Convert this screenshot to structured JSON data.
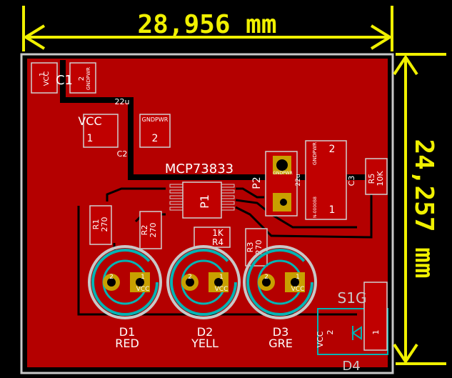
{
  "dimensions": {
    "width_label": "28,956 mm",
    "height_label": "24,257 mm"
  },
  "colors": {
    "background": "#000000",
    "board_copper": "#b40000",
    "dimension": "#f0f000",
    "outline": "#c8c8c8",
    "pad": "#c8a000",
    "silk": "#ffffff",
    "led_ring": "#00b4b4"
  },
  "components": {
    "c1": {
      "ref": "C1",
      "pin1": "1",
      "pin2": "2",
      "net1": "VCC",
      "net2": "GNDPWR"
    },
    "c2": {
      "ref": "C2",
      "value": "22u",
      "pin1": "1",
      "pin2": "2",
      "net1": "VCC",
      "net2": "GNDPWR"
    },
    "c3": {
      "ref": "C3",
      "value": "22u"
    },
    "p1": {
      "ref": "P1",
      "value": "MCP73833"
    },
    "r1": {
      "ref": "R1",
      "value": "270"
    },
    "r2": {
      "ref": "R2",
      "value": "270"
    },
    "r3": {
      "ref": "R3",
      "value": "270"
    },
    "r4": {
      "ref": "R4",
      "value": "1K"
    },
    "r5": {
      "ref": "R5",
      "value": "10K"
    },
    "p2": {
      "ref": "P2",
      "net_top": "GNDPWR",
      "pin2": "2",
      "net_side": "GNDPWR",
      "net_bottom": "N-0000B8",
      "pin1": "1"
    },
    "d1": {
      "ref": "D1",
      "value": "RED",
      "net": "VCC",
      "pin1": "1",
      "pin2": "2"
    },
    "d2": {
      "ref": "D2",
      "value": "YELL",
      "net": "VCC",
      "pin1": "1",
      "pin2": "2"
    },
    "d3": {
      "ref": "D3",
      "value": "GRE",
      "net": "VCC",
      "pin1": "1",
      "pin2": "2"
    },
    "d4": {
      "ref": "D4",
      "value": "S1G",
      "net": "VCC",
      "pin1": "1",
      "pin2": "2"
    }
  }
}
